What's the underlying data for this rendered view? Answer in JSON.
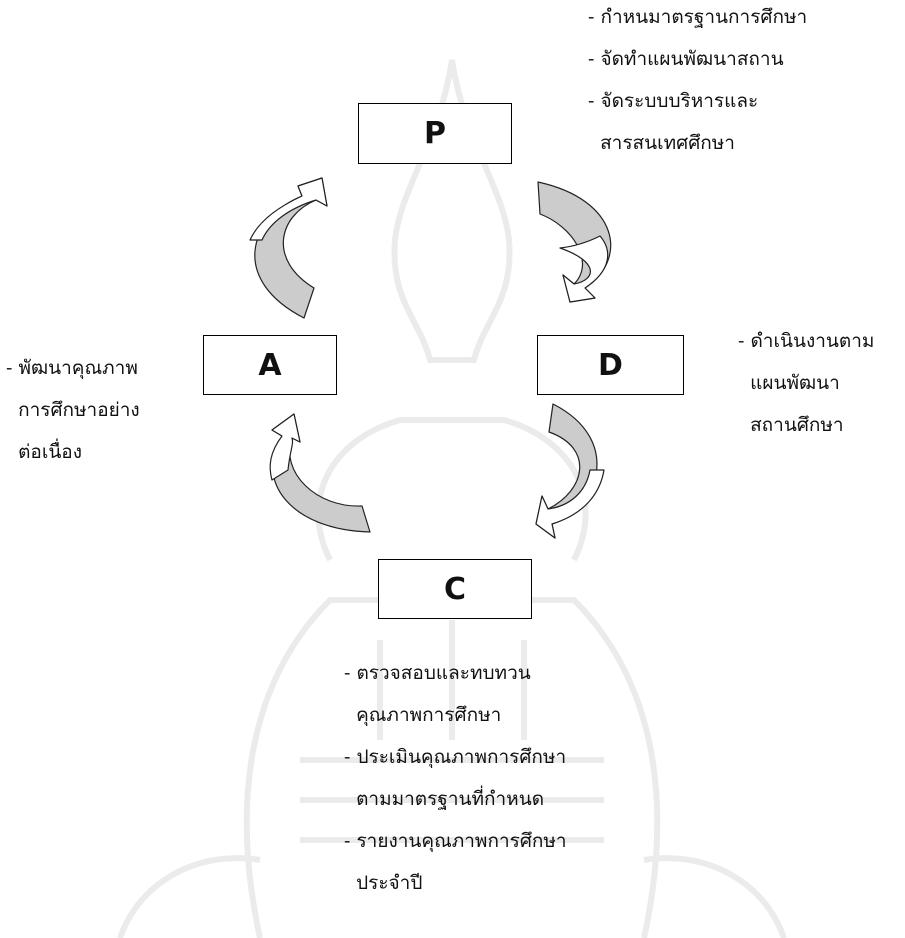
{
  "stages": {
    "p": "P",
    "d": "D",
    "c": "C",
    "a": "A"
  },
  "notes": {
    "p": [
      "- กำหนมาตรฐานการศึกษา",
      "- จัดทำแผนพัฒนาสถาน",
      "- จัดระบบบริหารและ",
      "  สารสนเทศศึกษา"
    ],
    "d": [
      "- ดำเนินงานตาม",
      "  แผนพัฒนา",
      "  สถานศึกษา"
    ],
    "a": [
      "- พัฒนาคุณภาพ",
      "  การศึกษาอย่าง",
      "  ต่อเนื่อง"
    ],
    "c": [
      "- ตรวจสอบและทบทวน",
      "  คุณภาพการศึกษา",
      "- ประเมินคุณภาพการศึกษา",
      "  ตามมาตรฐานที่กำหนด",
      "- รายงานคุณภาพการศึกษา",
      "  ประจำปี"
    ]
  },
  "colors": {
    "arrow_fill": "#cccccc",
    "watermark": "#ececec"
  }
}
